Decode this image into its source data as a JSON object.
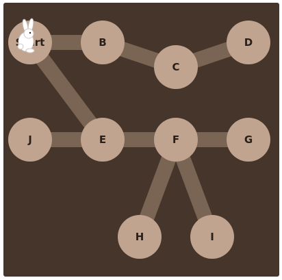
{
  "graph": {
    "nodes": [
      {
        "id": "start",
        "label": "Start"
      },
      {
        "id": "b",
        "label": "B"
      },
      {
        "id": "c",
        "label": "C"
      },
      {
        "id": "d",
        "label": "D"
      },
      {
        "id": "j",
        "label": "J"
      },
      {
        "id": "e",
        "label": "E"
      },
      {
        "id": "f",
        "label": "F"
      },
      {
        "id": "g",
        "label": "G"
      },
      {
        "id": "h",
        "label": "H"
      },
      {
        "id": "i",
        "label": "I"
      }
    ],
    "edges": [
      [
        "start",
        "b"
      ],
      [
        "b",
        "c"
      ],
      [
        "c",
        "d"
      ],
      [
        "start",
        "e"
      ],
      [
        "j",
        "e"
      ],
      [
        "e",
        "f"
      ],
      [
        "f",
        "g"
      ],
      [
        "f",
        "h"
      ],
      [
        "f",
        "i"
      ]
    ],
    "player": {
      "name": "rabbit",
      "at": "start",
      "icon": "rabbit-icon"
    }
  },
  "colors": {
    "frame": "#ffffff",
    "board": "#45352a",
    "edge": "#7a6453",
    "node": "#c0a48f",
    "label": "#2a1f18"
  }
}
